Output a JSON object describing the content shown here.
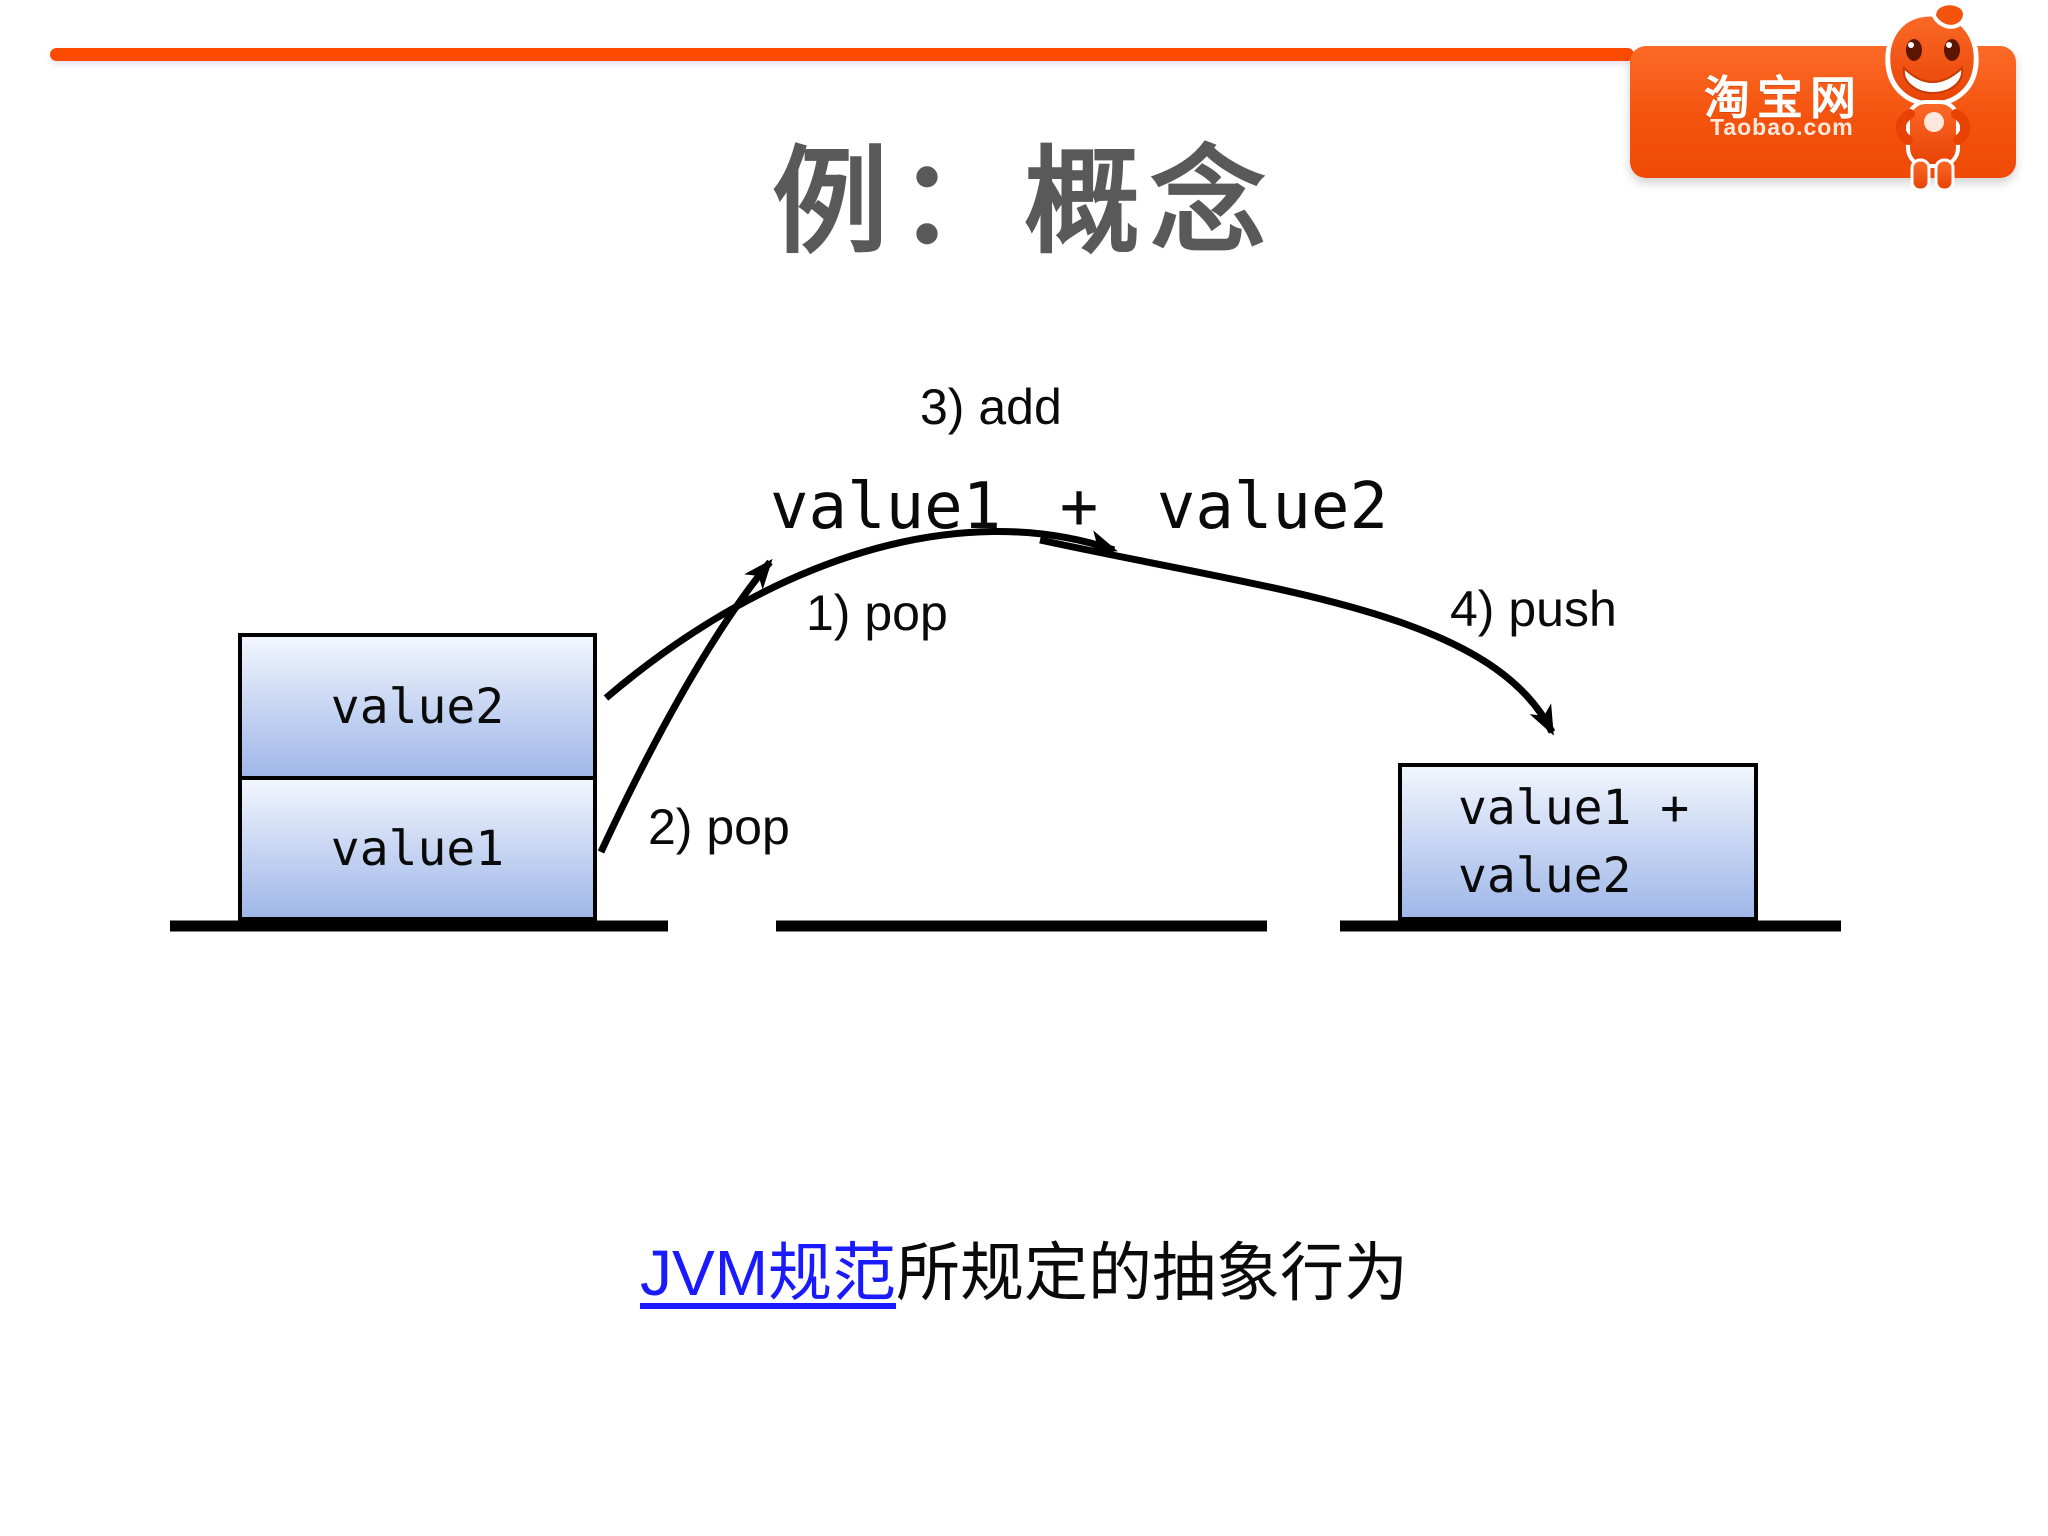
{
  "slide": {
    "title": "例：概念",
    "accent_line_color": "#fc4b00",
    "background_color": "#ffffff"
  },
  "logo": {
    "name": "淘宝网",
    "domain": "Taobao.com",
    "bg_color": "#f4530e",
    "mascot_icon": "taobao-mascot"
  },
  "diagram": {
    "stack": {
      "items": [
        "value2",
        "value1"
      ]
    },
    "expression": "value1 + value2",
    "result_box": {
      "line1": "value1 +",
      "line2": "value2"
    },
    "steps": {
      "pop1": "1) pop",
      "pop2": "2) pop",
      "add": "3) add",
      "push": "4) push"
    },
    "box_border_color": "#000000",
    "box_gradient_top": "#f2f6fd",
    "box_gradient_bottom": "#9fb7e8"
  },
  "caption": {
    "link_text": "JVM规范",
    "rest_text": "所规定的抽象行为",
    "link_color": "#1a1aff"
  }
}
